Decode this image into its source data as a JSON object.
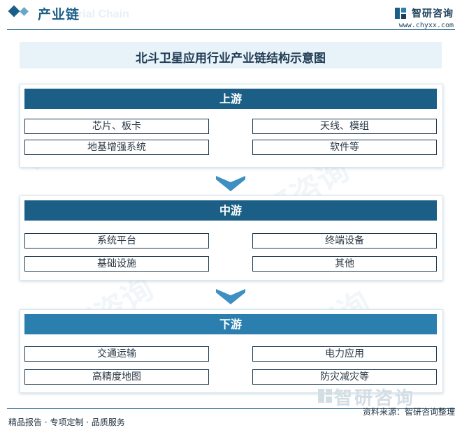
{
  "header": {
    "title": "产业链",
    "watermark_text": "rial Chain",
    "brand_name": "智研咨询",
    "brand_url": "www.chyxx.com"
  },
  "diagram": {
    "title": "北斗卫星应用行业产业链结构示意图",
    "stages": [
      {
        "label": "上游",
        "items": [
          "芯片、板卡",
          "天线、模组",
          "地基增强系统",
          "软件等"
        ]
      },
      {
        "label": "中游",
        "items": [
          "系统平台",
          "终端设备",
          "基础设施",
          "其他"
        ]
      },
      {
        "label": "下游",
        "items": [
          "交通运输",
          "电力应用",
          "高精度地图",
          "防灾减灾等"
        ]
      }
    ]
  },
  "footer": {
    "watermark_brand": "智研咨询",
    "source": "资料来源：智研咨询整理",
    "tagline": "精品报告 · 专项定制 · 品质服务"
  },
  "colors": {
    "primary": "#1b5f86",
    "primary_light": "#2a7fae",
    "title_band": "#e7f2f9",
    "arrow": "#3d8fc4"
  }
}
